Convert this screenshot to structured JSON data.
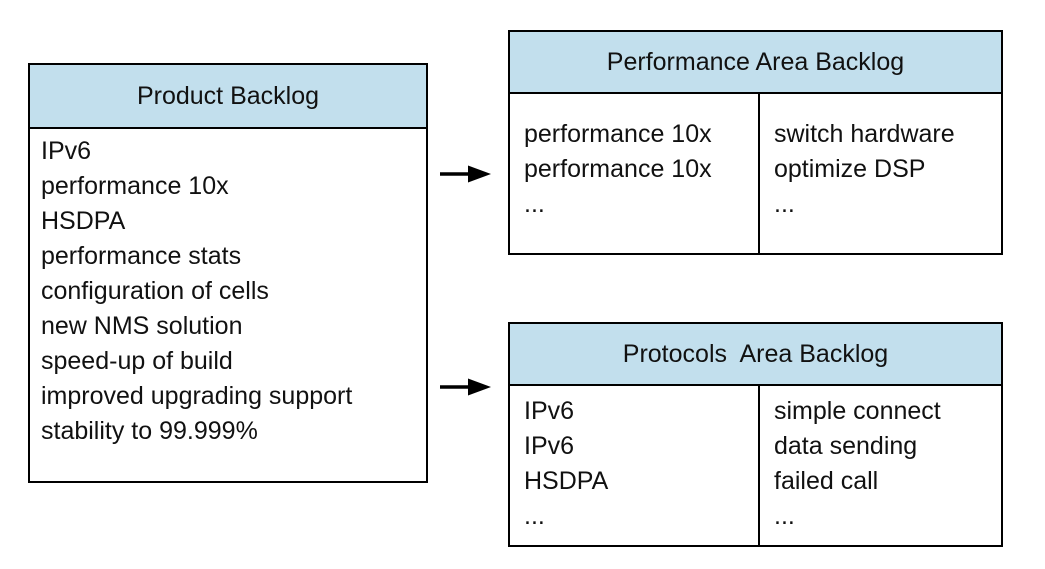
{
  "product_backlog": {
    "title": "Product Backlog",
    "items": [
      "IPv6",
      "performance 10x",
      "HSDPA",
      "performance stats",
      "configuration of cells",
      "new NMS solution",
      "speed-up of build",
      "improved upgrading support",
      "stability to 99.999%"
    ]
  },
  "area_backlogs": [
    {
      "title": "Performance Area Backlog",
      "left_column": [
        "performance 10x",
        "performance 10x",
        "..."
      ],
      "right_column": [
        "switch hardware",
        "optimize DSP",
        "..."
      ]
    },
    {
      "title": "Protocols  Area Backlog",
      "left_column": [
        "IPv6",
        "IPv6",
        "HSDPA",
        "..."
      ],
      "right_column": [
        "simple connect",
        "data sending",
        "failed call",
        "..."
      ]
    }
  ],
  "colors": {
    "header_fill": "#c2dfed",
    "border": "#000000",
    "background": "#ffffff",
    "text": "#111111"
  }
}
